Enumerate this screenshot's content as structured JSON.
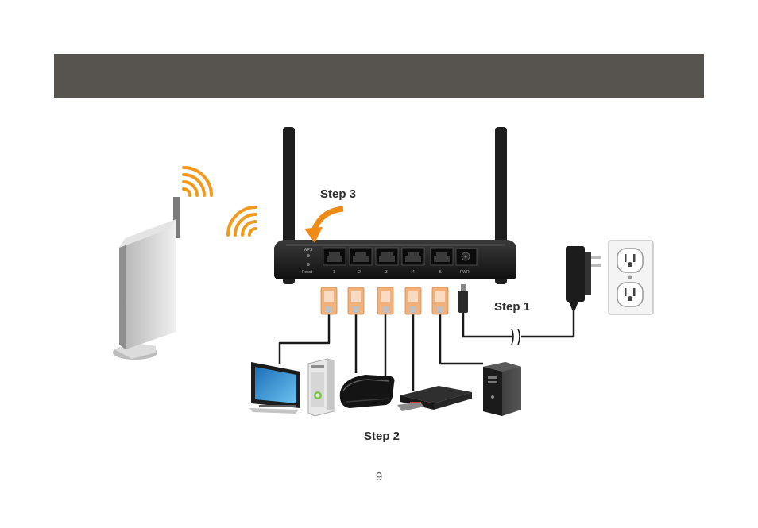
{
  "header": {
    "color": "#575450"
  },
  "router": {
    "wps_label": "WPS",
    "reset_label": "Reset",
    "ports": [
      "1",
      "2",
      "3",
      "4",
      "5"
    ],
    "pwr_label": "PWR"
  },
  "steps": {
    "step1": "Step 1",
    "step2": "Step 2",
    "step3": "Step 3"
  },
  "colors": {
    "signal": "#f39a1e",
    "arrow": "#f08a17",
    "router_body": "#1d1d1d",
    "connector": "#f2b07a"
  },
  "icons": [
    "wifi-signal-icon",
    "wireless-adapter-icon",
    "wall-outlet-icon",
    "power-adapter-icon",
    "tv-icon",
    "xbox-icon",
    "ps3-icon",
    "dvr-icon",
    "desktop-tower-icon"
  ],
  "page_number": "9"
}
